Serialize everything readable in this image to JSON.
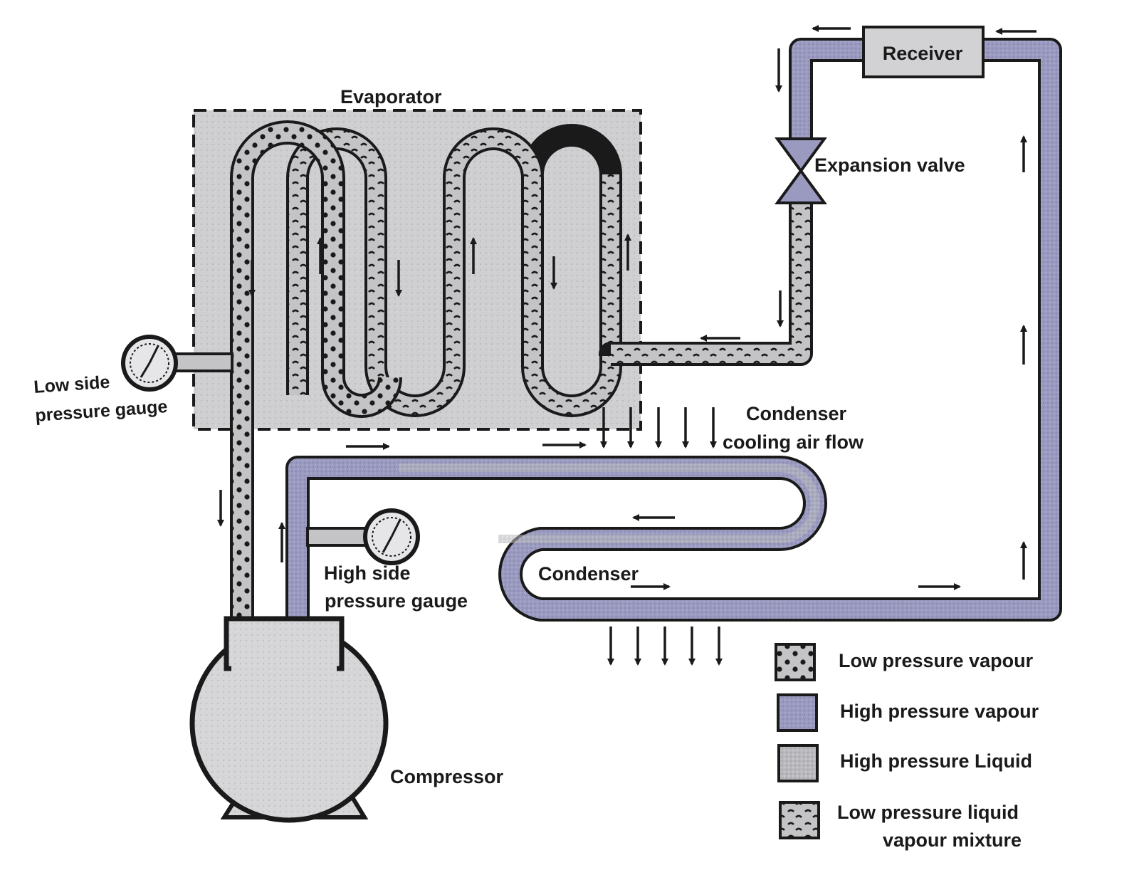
{
  "labels": {
    "evaporator": "Evaporator",
    "receiver": "Receiver",
    "expansion_valve": "Expansion valve",
    "low_side_gauge_line1": "Low side",
    "low_side_gauge_line2": "pressure gauge",
    "condenser_air_line1": "Condenser",
    "condenser_air_line2": "cooling air flow",
    "high_side_gauge_line1": "High side",
    "high_side_gauge_line2": "pressure gauge",
    "condenser": "Condenser",
    "compressor": "Compressor"
  },
  "legend": [
    {
      "key": "lpv",
      "label": "Low pressure vapour"
    },
    {
      "key": "hpv",
      "label": "High pressure vapour"
    },
    {
      "key": "hpl",
      "label": "High pressure Liquid"
    },
    {
      "key": "lplvm",
      "label_line1": "Low pressure liquid",
      "label_line2": "vapour mixture"
    }
  ],
  "colors": {
    "hp_vapour": "#8f8fb8",
    "hp_liquid": "#b9b9bd",
    "evaporator_fill": "#c9c9cc",
    "outline": "#1a1a1a"
  }
}
